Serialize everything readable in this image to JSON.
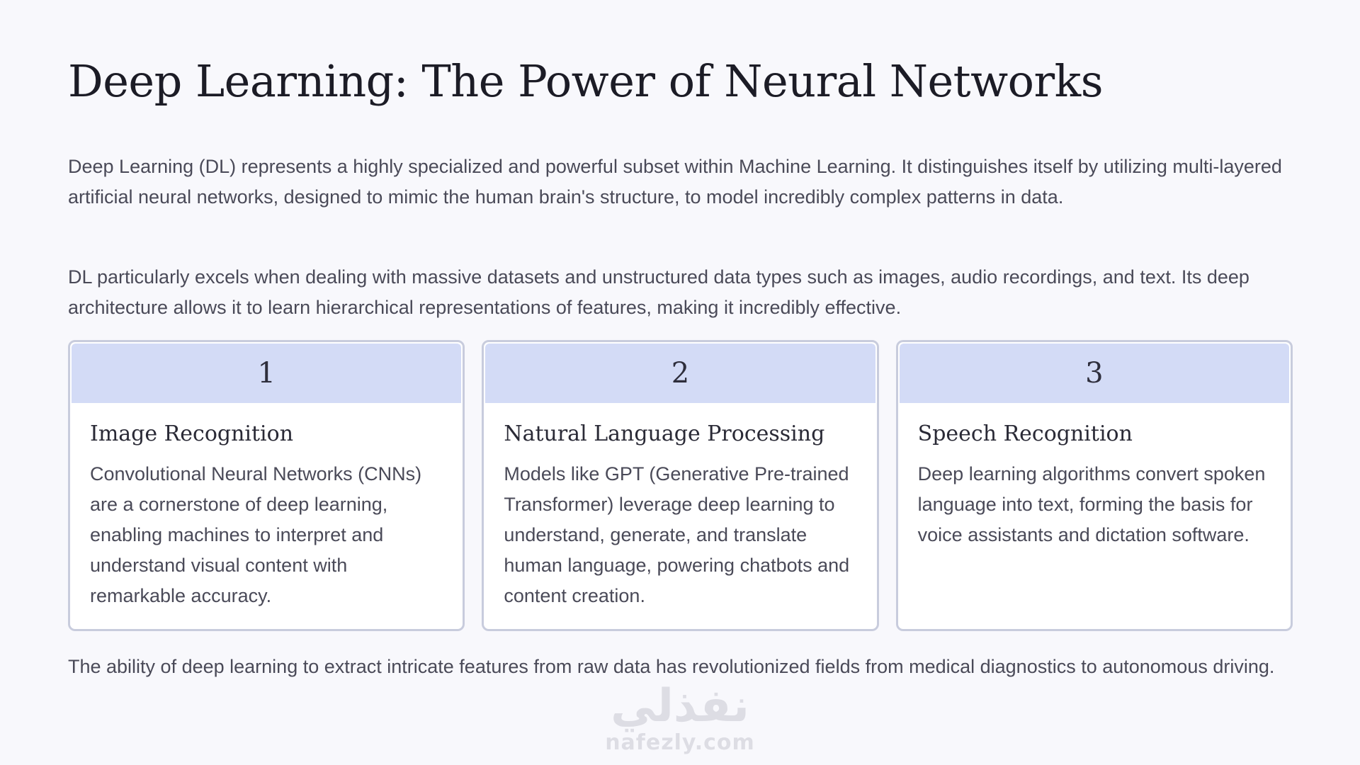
{
  "slide": {
    "title": "Deep Learning: The Power of Neural Networks",
    "intro": "Deep Learning (DL) represents a highly specialized and powerful subset within Machine Learning. It distinguishes itself by utilizing multi-layered artificial neural networks, designed to mimic the human brain's structure, to model incredibly complex patterns in data.",
    "detail": "DL particularly excels when dealing with massive datasets and unstructured data types such as images, audio recordings, and text. Its deep architecture allows it to learn hierarchical representations of features, making it incredibly effective.",
    "cards": [
      {
        "number": "1",
        "title": "Image Recognition",
        "text": "Convolutional Neural Networks (CNNs) are a cornerstone of deep learning, enabling machines to interpret and understand visual content with remarkable accuracy."
      },
      {
        "number": "2",
        "title": "Natural Language Processing",
        "text": "Models like GPT (Generative Pre-trained Transformer) leverage deep learning to understand, generate, and translate human language, powering chatbots and content creation."
      },
      {
        "number": "3",
        "title": "Speech Recognition",
        "text": "Deep learning algorithms convert spoken language into text, forming the basis for voice assistants and dictation software."
      }
    ],
    "conclusion": "The ability of deep learning to extract intricate features from raw data has revolutionized fields from medical diagnostics to autonomous driving."
  },
  "watermark": {
    "arabic": "نفذلي",
    "latin": "nafezly.com"
  },
  "colors": {
    "background": "#f8f8fc",
    "card_header": "#d3dbf6",
    "card_border": "#c8ccdd",
    "title_text": "#1c1c26",
    "body_text": "#4a4a58"
  }
}
